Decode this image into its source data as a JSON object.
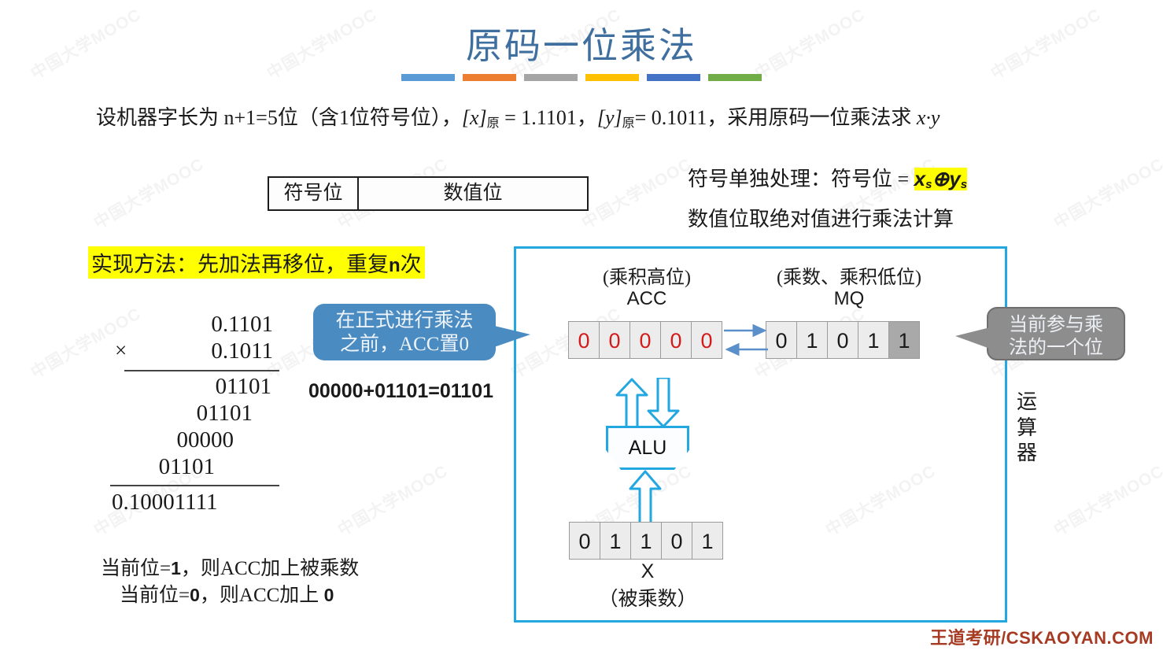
{
  "slide": {
    "title": "原码一位乘法",
    "title_bar_colors": [
      "#5B9BD5",
      "#ED7D31",
      "#A5A5A5",
      "#FFC000",
      "#4472C4",
      "#70AD47"
    ],
    "footer": "王道考研/CSKAOYAN.COM",
    "watermarks": [
      "中国大学MOOC",
      "中国大学MOOC"
    ]
  },
  "prompt": {
    "part1": "设机器字长为 n+1=5位（含1位符号位），",
    "x_label": "[x]",
    "x_sub": "原",
    "x_value": " = 1.1101，",
    "y_label": "[y]",
    "y_sub": "原",
    "y_value": "= 0.1011，",
    "part2": "采用原码一位乘法求 ",
    "expr": "x·y"
  },
  "bitfield": {
    "sign_label": "符号位",
    "numeric_label": "数值位"
  },
  "notes": {
    "sign_prefix": "符号单独处理：符号位 = ",
    "sign_formula_x": "x",
    "sign_formula_xs": "s",
    "sign_formula_op": "⊕",
    "sign_formula_y": "y",
    "sign_formula_ys": "s",
    "abs_note": "数值位取绝对值进行乘法计算",
    "method": "实现方法：先加法再移位，重复",
    "method_n": "n",
    "method_tail": "次"
  },
  "longmul": {
    "multiplicand": "0.1101",
    "times_sign": "×",
    "multiplier": "0.1011",
    "partials": [
      "01101",
      "01101",
      "00000",
      "01101"
    ],
    "product": "0.10001111"
  },
  "callouts": {
    "acc_zero_line1": "在正式进行乘法",
    "acc_zero_line2": "之前，ACC置0",
    "current_bit_line1": "当前参与乘",
    "current_bit_line2": "法的一个位",
    "acc_color": "#4a8bc2",
    "bit_color": "#8d8d8d"
  },
  "add_line": "00000+01101=01101",
  "datapath": {
    "acc_caption_top": "(乘积高位)",
    "acc_caption_name": "ACC",
    "acc_bits": [
      "0",
      "0",
      "0",
      "0",
      "0"
    ],
    "mq_caption_top": "(乘数、乘积低位)",
    "mq_caption_name": "MQ",
    "mq_bits": [
      "0",
      "1",
      "0",
      "1",
      "1"
    ],
    "alu_label": "ALU",
    "x_bits": [
      "0",
      "1",
      "1",
      "0",
      "1"
    ],
    "x_name": "X",
    "x_sub_caption": "（被乘数）",
    "unit_label": "运算器",
    "box_color": "#22a7e0"
  },
  "rules": {
    "line1_a": "当前位=",
    "line1_b": "1",
    "line1_c": "，则ACC加上被乘数",
    "line2_a": "当前位=",
    "line2_b": "0",
    "line2_c": "，则ACC加上 ",
    "line2_d": "0"
  }
}
